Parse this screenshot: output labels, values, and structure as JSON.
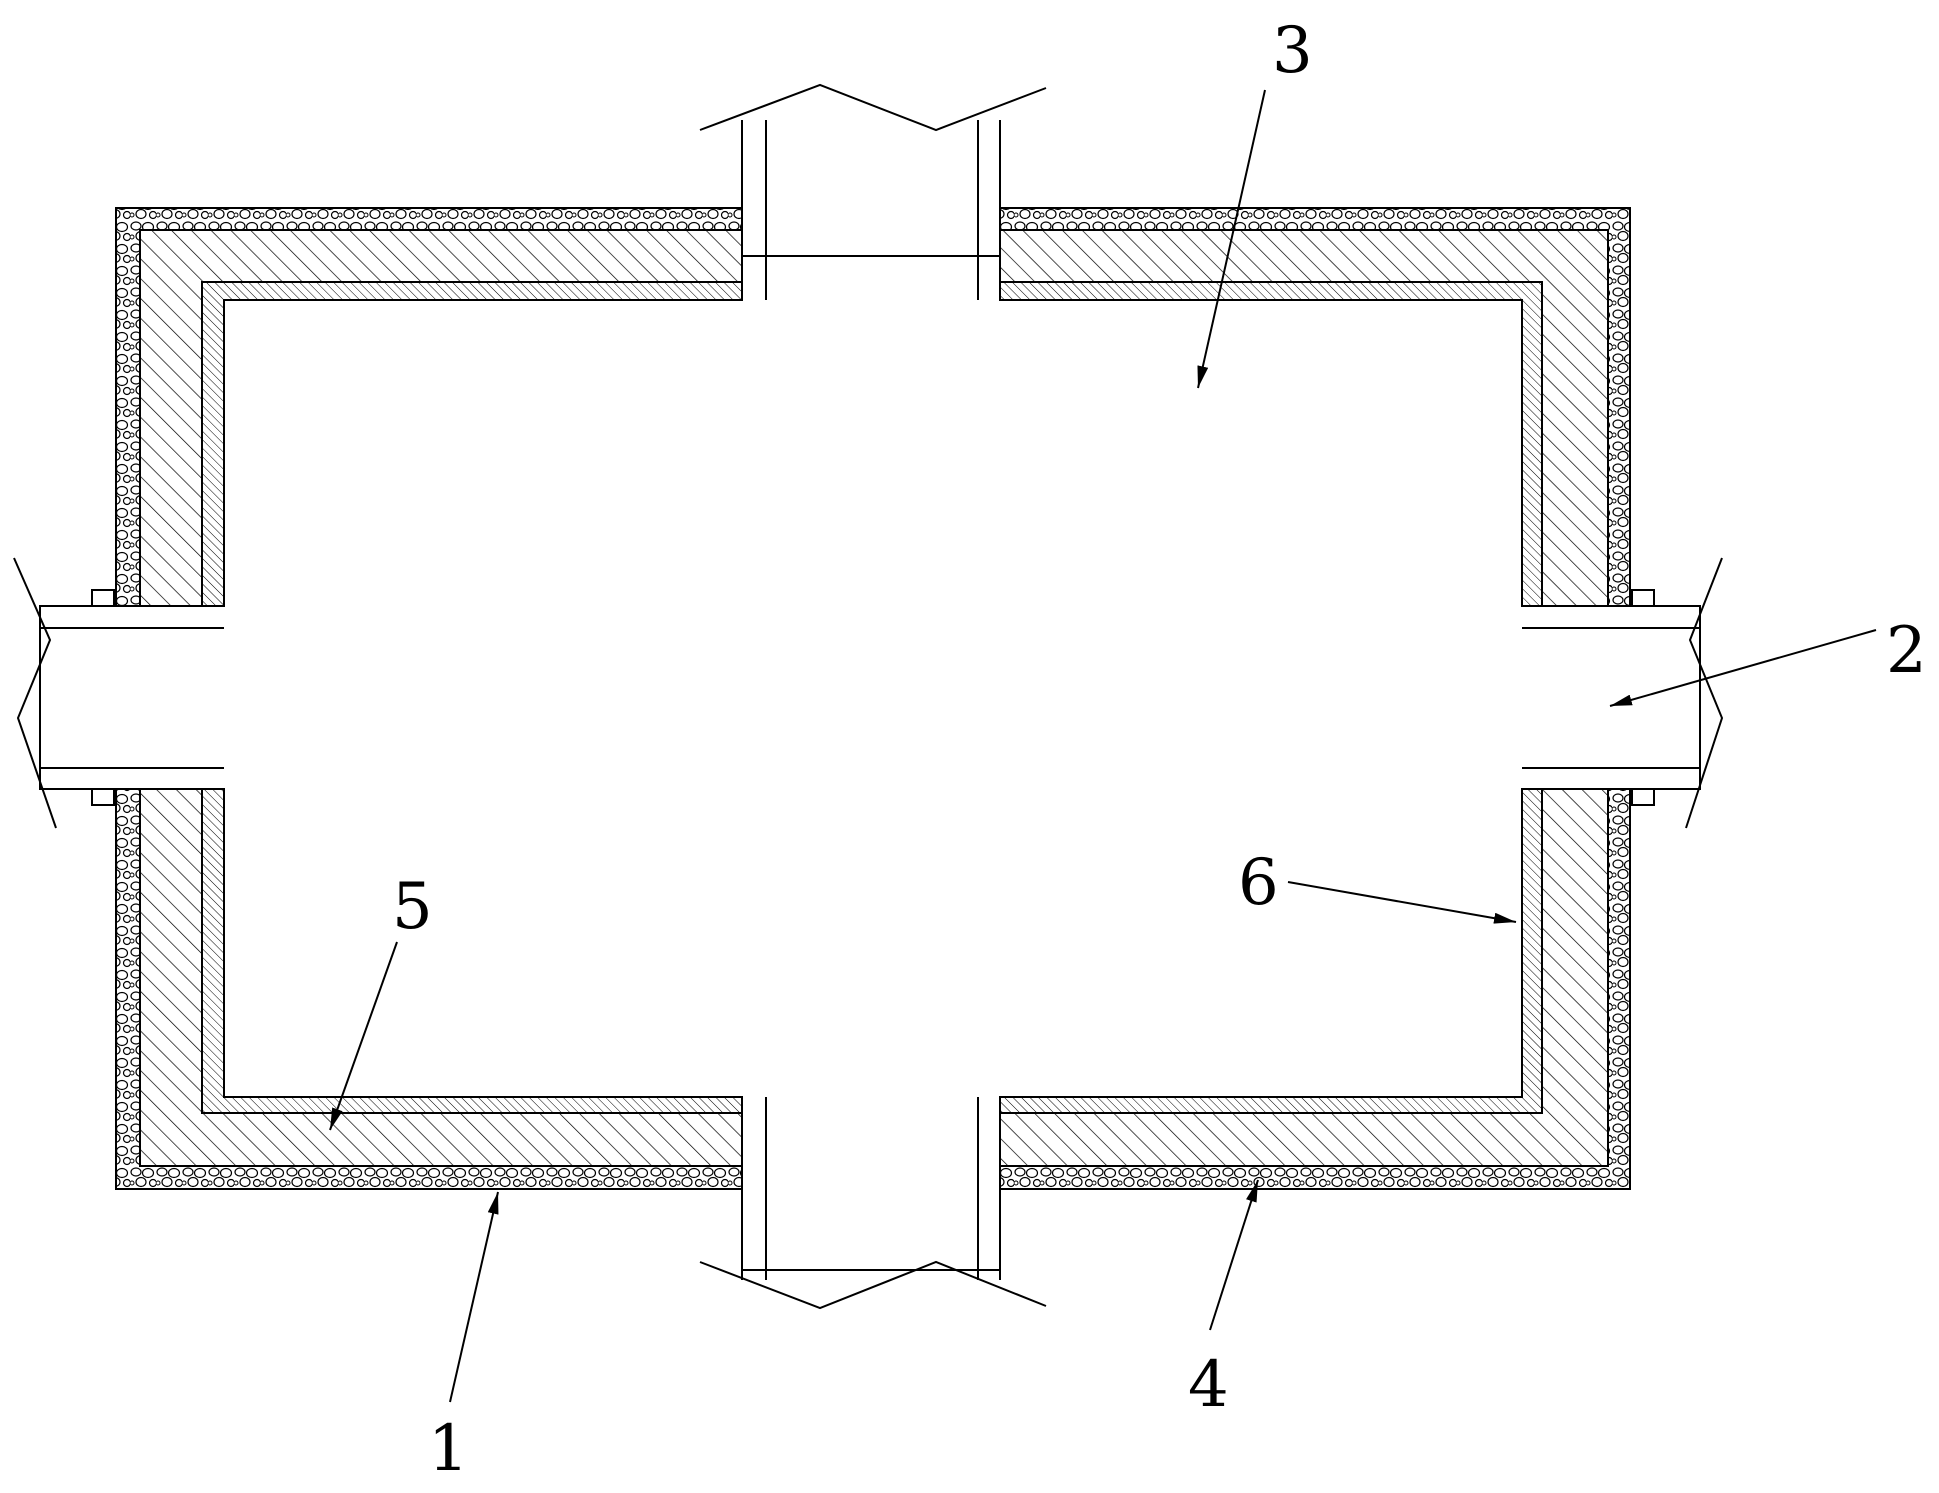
{
  "diagram": {
    "labels": [
      {
        "id": "1",
        "text": "1"
      },
      {
        "id": "2",
        "text": "2"
      },
      {
        "id": "3",
        "text": "3"
      },
      {
        "id": "4",
        "text": "4"
      },
      {
        "id": "5",
        "text": "5"
      },
      {
        "id": "6",
        "text": "6"
      }
    ],
    "colors": {
      "line": "#000000",
      "background": "#ffffff"
    }
  }
}
